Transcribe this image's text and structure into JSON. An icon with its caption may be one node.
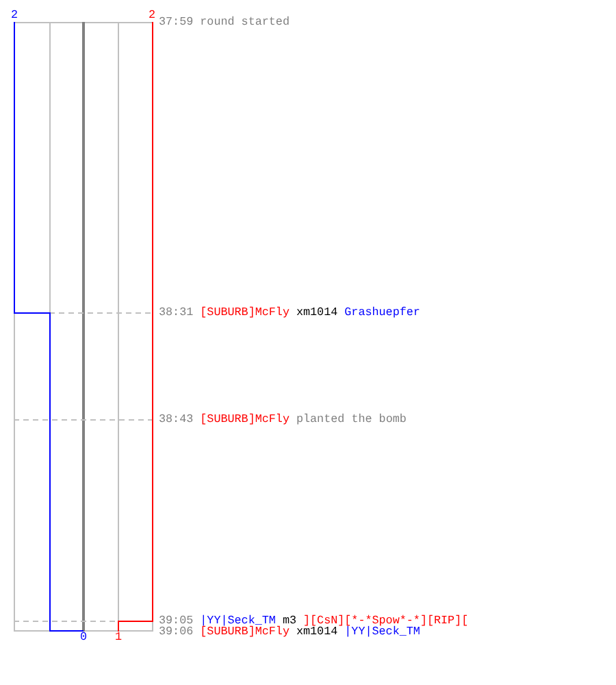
{
  "diagram": {
    "labels": [
      "2",
      "2",
      "37:59",
      "round started",
      "38:31",
      "[SUBURB]McFly",
      "xm1014",
      "Grashuepfer",
      "38:43",
      "[SUBURB]McFly",
      "planted the bomb",
      "39:05",
      "|YY|Seck_TM",
      "m3",
      "][CsN][*-*Spow*-*][RIP][",
      "0",
      "1",
      "39:06",
      "[SUBURB]McFly",
      "xm1014",
      "|YY|Seck_TM"
    ]
  }
}
